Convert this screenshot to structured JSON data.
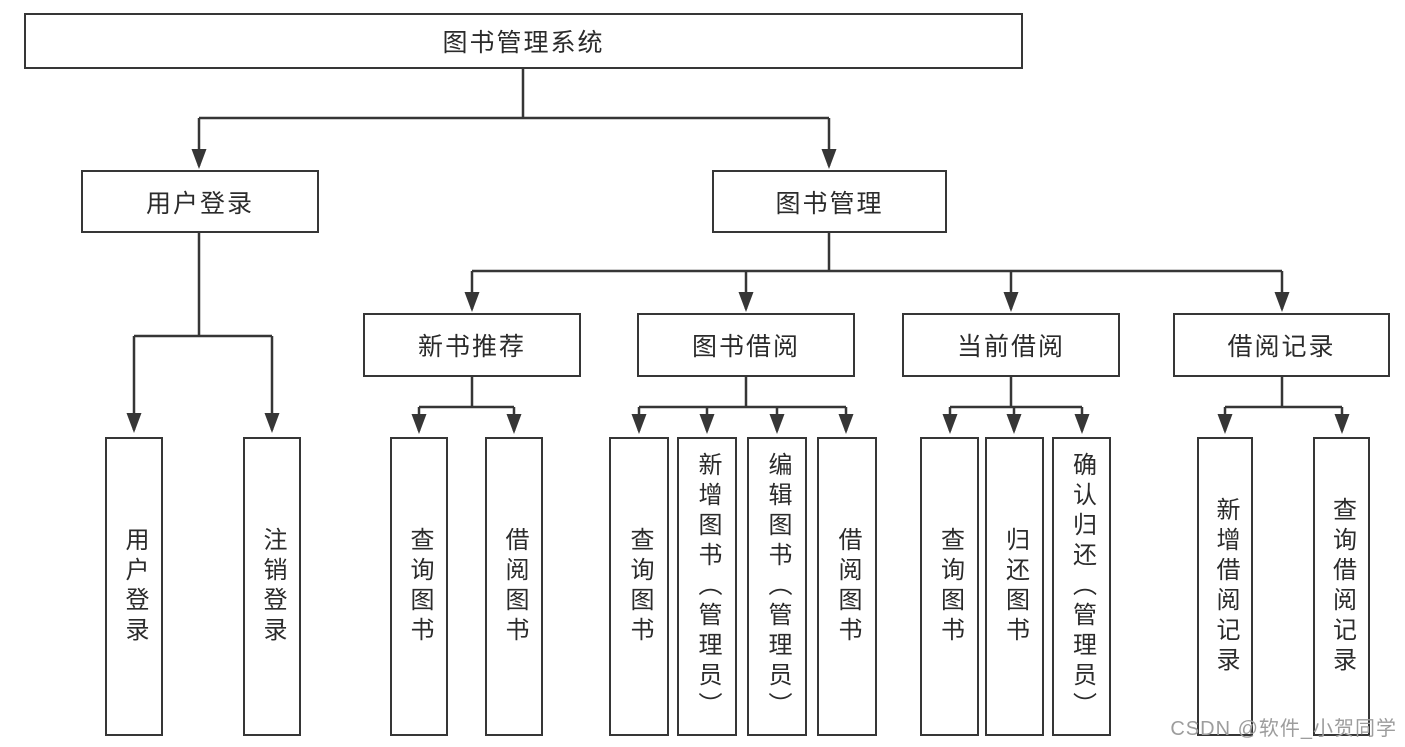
{
  "colors": {
    "line": "#363636",
    "box_border": "#363636",
    "text": "#2b2b2b",
    "watermark": "#9d9d9d",
    "background": "#ffffff"
  },
  "tree": {
    "label": "图书管理系统",
    "children": [
      {
        "label": "用户登录",
        "children": [
          {
            "label": "用户登录"
          },
          {
            "label": "注销登录"
          }
        ]
      },
      {
        "label": "图书管理",
        "children": [
          {
            "label": "新书推荐",
            "children": [
              {
                "label": "查询图书"
              },
              {
                "label": "借阅图书"
              }
            ]
          },
          {
            "label": "图书借阅",
            "children": [
              {
                "label": "查询图书"
              },
              {
                "label": "新增图书（管理员）"
              },
              {
                "label": "编辑图书（管理员）"
              },
              {
                "label": "借阅图书"
              }
            ]
          },
          {
            "label": "当前借阅",
            "children": [
              {
                "label": "查询图书"
              },
              {
                "label": "归还图书"
              },
              {
                "label": "确认归还（管理员）"
              }
            ]
          },
          {
            "label": "借阅记录",
            "children": [
              {
                "label": "新增借阅记录"
              },
              {
                "label": "查询借阅记录"
              }
            ]
          }
        ]
      }
    ]
  },
  "watermark": {
    "text": "CSDN @软件_小贺同学"
  }
}
